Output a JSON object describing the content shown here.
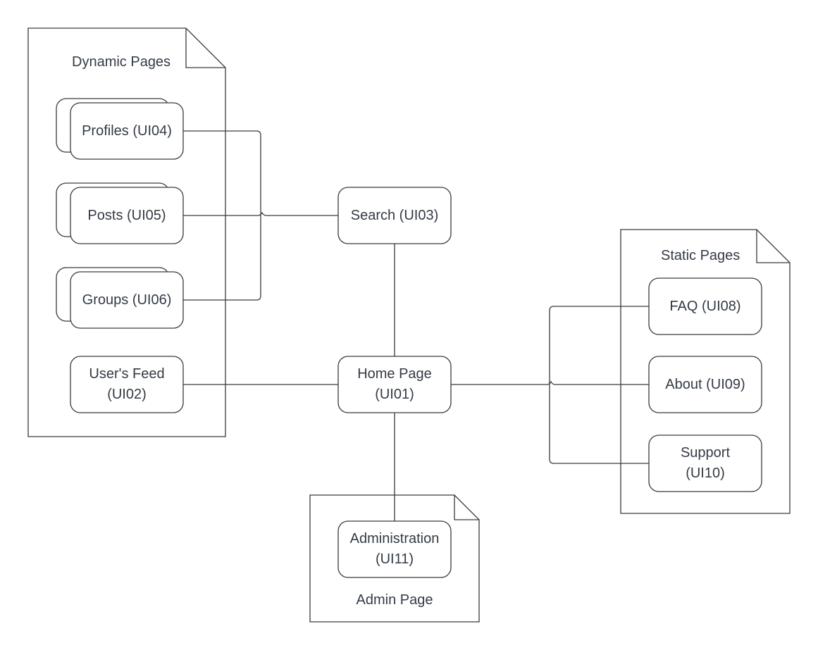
{
  "containers": {
    "dynamic": {
      "title": "Dynamic Pages"
    },
    "static": {
      "title": "Static Pages"
    },
    "admin": {
      "title": "Admin Page"
    }
  },
  "nodes": {
    "profiles": {
      "lines": [
        "Profiles (UI04)"
      ]
    },
    "posts": {
      "lines": [
        "Posts (UI05)"
      ]
    },
    "groups": {
      "lines": [
        "Groups (UI06)"
      ]
    },
    "feed": {
      "lines": [
        "User's Feed",
        "(UI02)"
      ]
    },
    "search": {
      "lines": [
        "Search (UI03)"
      ]
    },
    "home": {
      "lines": [
        "Home Page",
        "(UI01)"
      ]
    },
    "faq": {
      "lines": [
        "FAQ (UI08)"
      ]
    },
    "about": {
      "lines": [
        "About (UI09)"
      ]
    },
    "support": {
      "lines": [
        "Support",
        "(UI10)"
      ]
    },
    "admin": {
      "lines": [
        "Administration",
        "(UI11)"
      ]
    }
  }
}
